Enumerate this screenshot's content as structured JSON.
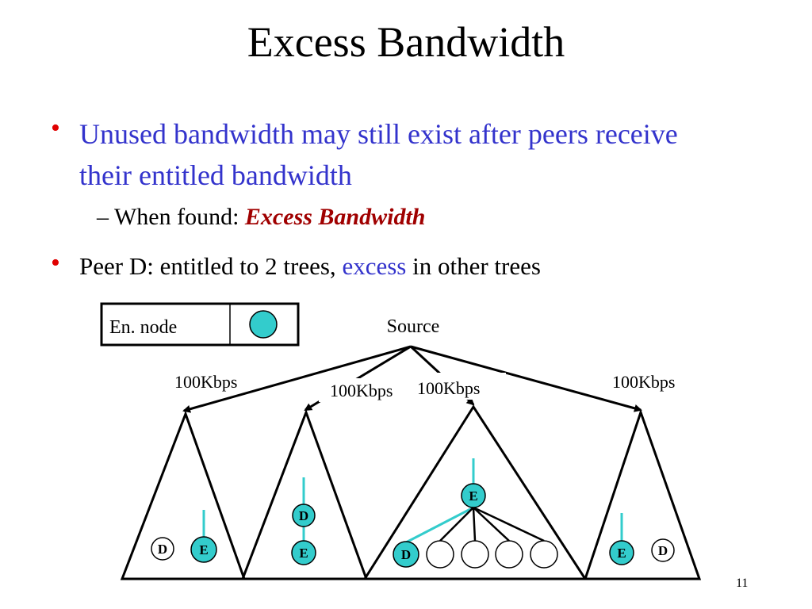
{
  "slide": {
    "title": "Excess Bandwidth",
    "bullet1": "Unused bandwidth may still exist after peers receive their entitled bandwidth",
    "sub_prefix": "– When found: ",
    "sub_emphasis": "Excess Bandwidth",
    "bullet2_part1": "Peer D: entitled to 2 trees, ",
    "bullet2_highlight": "excess",
    "bullet2_part2": " in other trees",
    "page_number": "11"
  },
  "legend": {
    "label": "En. node"
  },
  "diagram": {
    "source_label": "Source",
    "bandwidth_labels": [
      "100Kbps",
      "100Kbps",
      "100Kbps",
      "100Kbps"
    ],
    "node_labels": {
      "t1_d": "D",
      "t1_e": "E",
      "t2_d": "D",
      "t2_e": "E",
      "t3_e": "E",
      "t3_d": "D",
      "t4_e": "E",
      "t4_d": "D"
    }
  },
  "colors": {
    "enabled_node": "#33cccc",
    "bullet_blue": "#3333cc",
    "emphasis_red": "#a00000",
    "bullet_dot": "#e00000"
  }
}
